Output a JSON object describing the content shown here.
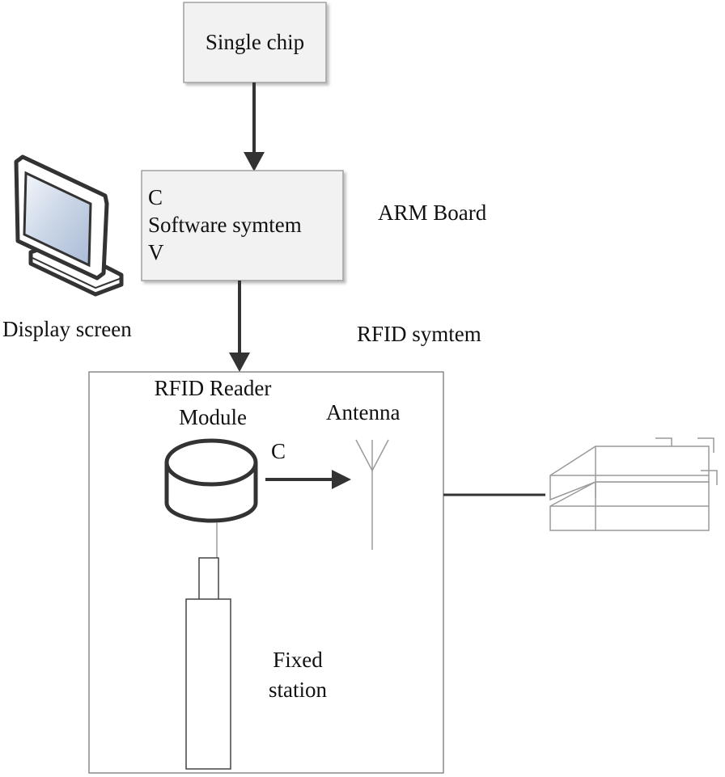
{
  "nodes": {
    "single_chip": "Single chip",
    "arm_box": {
      "line1": "C",
      "line2": "Software symtem",
      "line3": "V"
    },
    "arm_board": "ARM Board",
    "display_screen": "Display screen",
    "rfid_system": "RFID symtem",
    "rfid_reader": {
      "line1": "RFID Reader",
      "line2": "Module"
    },
    "reader_to_antenna_label": "C",
    "antenna": "Antenna",
    "fixed_station": {
      "line1": "Fixed",
      "line2": "station"
    }
  },
  "icons": {
    "monitor": "monitor-icon",
    "database": "database-cylinder-icon",
    "antenna": "antenna-icon",
    "fixed_station": "fixed-station-icon",
    "remote_device": "remote-device-icon"
  },
  "colors": {
    "box_fill": "#f2f2f2",
    "box_border": "#9a9a9a",
    "arrow": "#333333",
    "screen": "#c9d5e6"
  }
}
